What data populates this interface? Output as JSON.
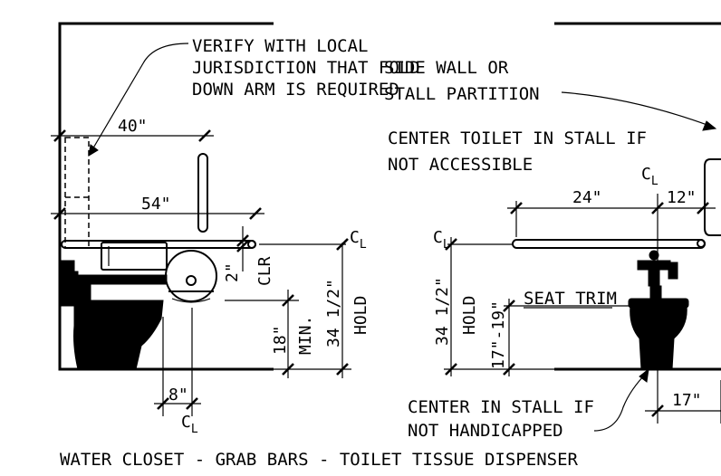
{
  "notes": {
    "verify_line1": "VERIFY WITH LOCAL",
    "verify_line2": "JURISDICTION THAT FOLD",
    "verify_line3": "DOWN ARM IS REQUIRED",
    "side_wall_line1": "SIDE WALL OR",
    "side_wall_line2": "STALL PARTITION",
    "center_toilet_line1": "CENTER TOILET IN STALL IF",
    "center_toilet_line2": "NOT ACCESSIBLE",
    "center_stall_line1": "CENTER IN STALL IF",
    "center_stall_line2": "NOT HANDICAPPED",
    "seat_trim": "SEAT TRIM"
  },
  "dimensions": {
    "d40": "40\"",
    "d54": "54\"",
    "d24": "24\"",
    "d12": "12\"",
    "d17": "17\"",
    "d8": "8\"",
    "d2": "2\"",
    "clr": "CLR",
    "d18": "18\"",
    "min": "MIN.",
    "d34_left": "34 1/2\"",
    "hold_left": "HOLD",
    "d34_right": "34 1/2\"",
    "hold_right": "HOLD",
    "d17_19": "17\"-19\"",
    "cl": "C",
    "cl_sub": "L"
  },
  "title": "WATER CLOSET - GRAB BARS - TOILET TISSUE DISPENSER"
}
